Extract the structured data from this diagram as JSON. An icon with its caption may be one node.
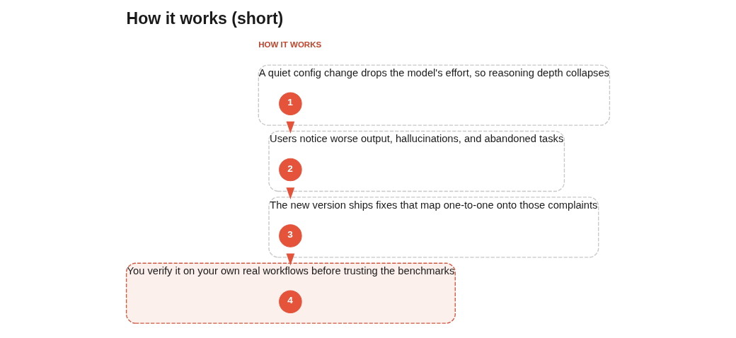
{
  "diagram": {
    "title": "How it works (short)",
    "nodes": [
      {
        "text": [
          "A quiet config change drops the model's effort, so reasoning depth collapses"
        ]
      },
      {
        "text": [
          "1"
        ],
        "in": 0
      },
      {
        "text": [
          "Users notice worse output, hallucinations, and abandoned tasks"
        ]
      },
      {
        "text": [
          "2"
        ],
        "in": 2
      },
      {
        "text": [
          "The new version ships fixes that map one-to-one onto those complaints"
        ]
      },
      {
        "text": [
          "3"
        ],
        "in": 4
      },
      {
        "text": [
          "You verify it on your own real workflows before trusting the benchmarks"
        ]
      },
      {
        "text": [
          "4"
        ],
        "in": 6
      }
    ],
    "edges": [
      {
        "from": 0,
        "to": 2,
        "arrow": "to"
      },
      {
        "from": 2,
        "to": 4,
        "arrow": "to"
      },
      {
        "from": 4,
        "to": 6,
        "arrow": "to"
      }
    ],
    "labels": [
      "HOW IT WORKS"
    ]
  }
}
